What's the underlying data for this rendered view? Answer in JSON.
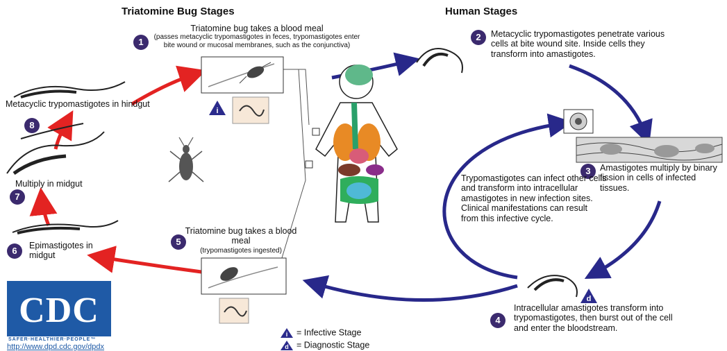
{
  "headings": {
    "bug_stages": "Triatomine Bug Stages",
    "human_stages": "Human Stages"
  },
  "steps": [
    {
      "num": "1",
      "title": "Triatomine bug takes a blood meal",
      "detail": "(passes metacyclic trypomastigotes in feces, trypomastigotes enter bite wound or mucosal membranes, such as the conjunctiva)"
    },
    {
      "num": "2",
      "title": "Metacyclic trypomastigotes penetrate various cells at bite wound site.  Inside cells they transform into amastigotes."
    },
    {
      "num": "3",
      "title": "Amastigotes multiply by binary fission in cells of infected tissues."
    },
    {
      "num": "4",
      "title": "Intracellular amastigotes transform into trypomastigotes, then burst out of the cell and enter the bloodstream."
    },
    {
      "num": "5",
      "title": "Triatomine bug takes a blood meal",
      "detail": "(trypomastigotes ingested)"
    },
    {
      "num": "6",
      "title": "Epimastigotes in midgut"
    },
    {
      "num": "7",
      "title": "Multiply in midgut"
    },
    {
      "num": "8",
      "title": "Metacyclic trypomastigotes in hindgut"
    }
  ],
  "center_note": "Trypomastigotes can infect other cells and transform into intracellular amastigotes in new infection sites. Clinical manifestations can result from this infective cycle.",
  "legend": {
    "infective_letter": "i",
    "infective_label": "= Infective Stage",
    "diagnostic_letter": "d",
    "diagnostic_label": "= Diagnostic Stage"
  },
  "markers": {
    "infective": "i",
    "diagnostic": "d"
  },
  "logo": {
    "text": "CDC",
    "tagline": "SAFER·HEALTHIER·PEOPLE™",
    "url": "http://www.dpd.cdc.gov/dpdx"
  },
  "colors": {
    "bug_arrows": "#e32322",
    "human_arrows": "#28288a",
    "step_badge": "#3b2a6e",
    "logo_blue": "#1f5aa6"
  }
}
